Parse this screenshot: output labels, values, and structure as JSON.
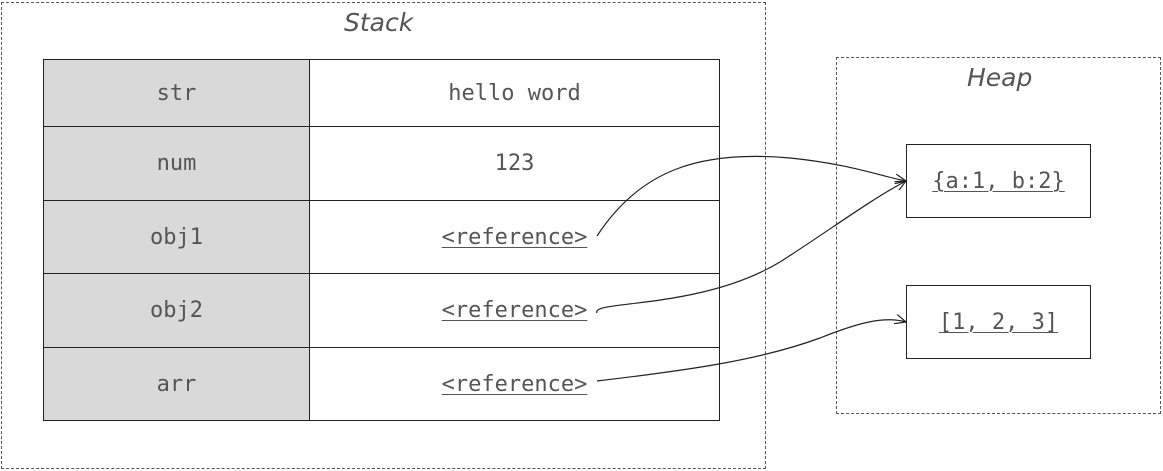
{
  "stack": {
    "title": "Stack",
    "rows": [
      {
        "name": "str",
        "value": "hello word"
      },
      {
        "name": "num",
        "value": "123"
      },
      {
        "name": "obj1",
        "value": "<reference>"
      },
      {
        "name": "obj2",
        "value": "<reference>"
      },
      {
        "name": "arr",
        "value": "<reference>"
      }
    ]
  },
  "heap": {
    "title": "Heap",
    "objects": [
      {
        "value": "{a:1, b:2}"
      },
      {
        "value": "[1, 2, 3]"
      }
    ]
  },
  "references": [
    {
      "from": "obj1",
      "to": "{a:1, b:2}"
    },
    {
      "from": "obj2",
      "to": "{a:1, b:2}"
    },
    {
      "from": "arr",
      "to": "[1, 2, 3]"
    }
  ]
}
